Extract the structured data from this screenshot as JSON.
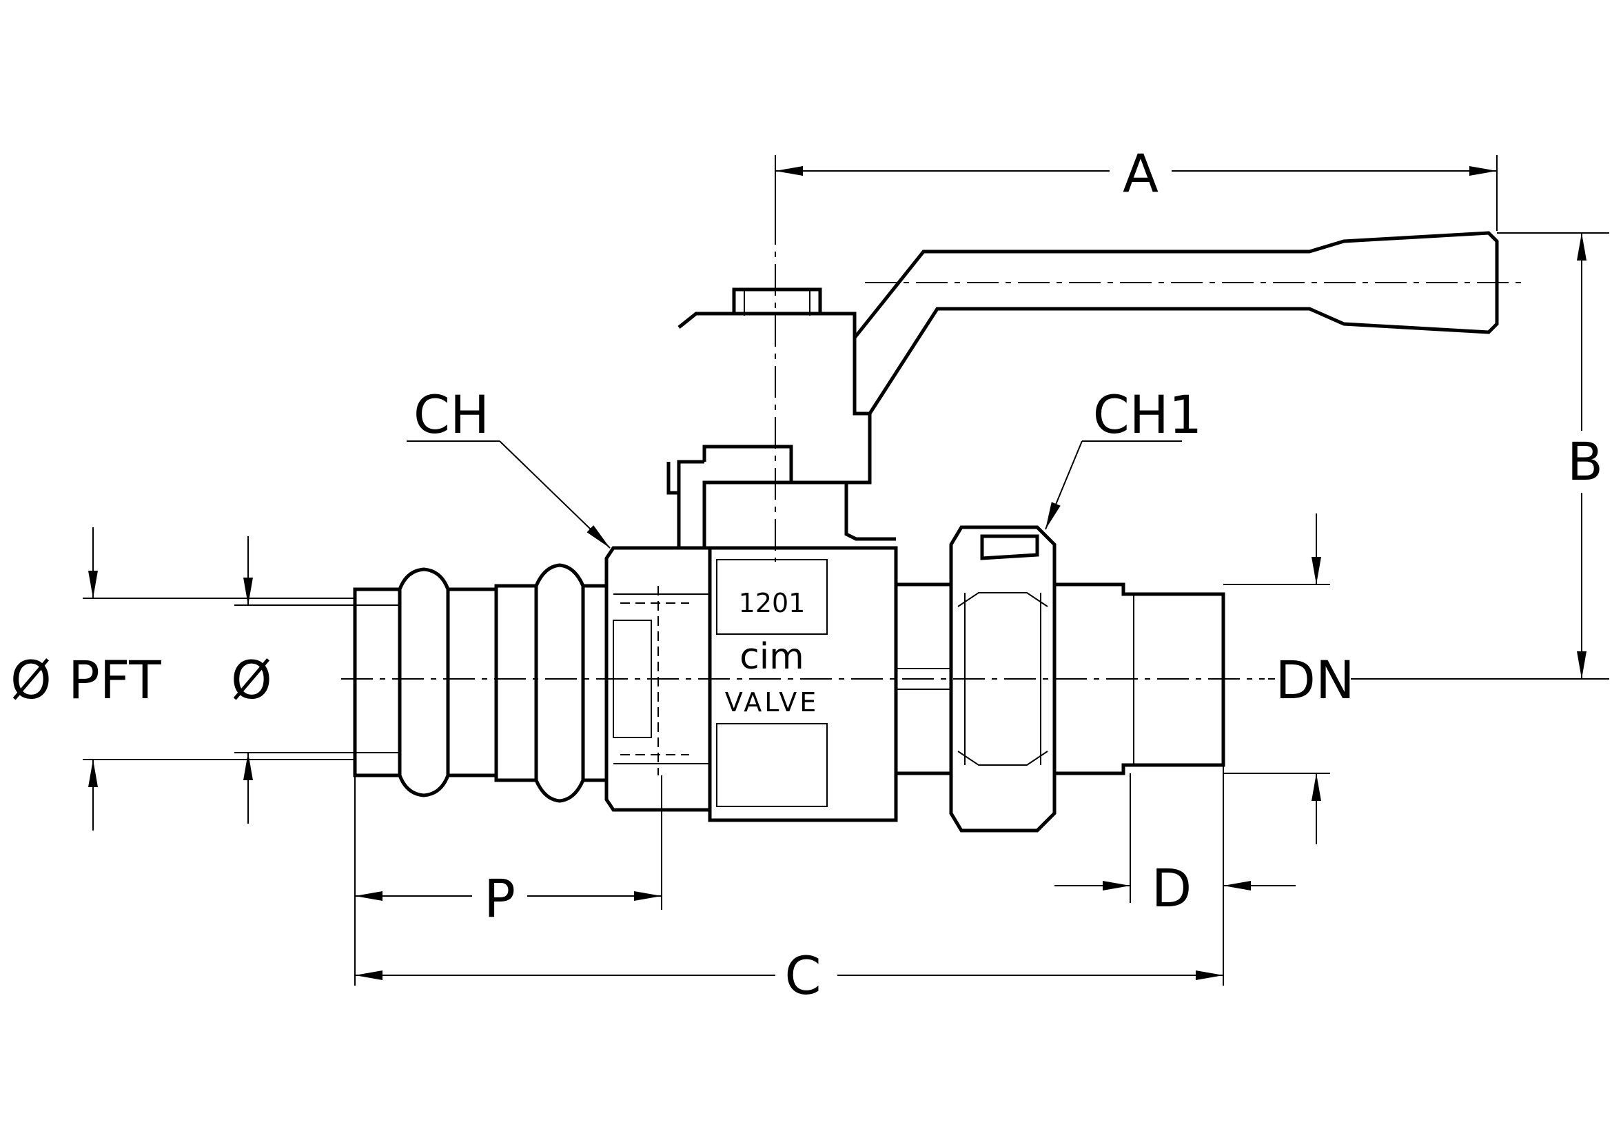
{
  "labels": {
    "a": "A",
    "b": "B",
    "c": "C",
    "d": "D",
    "p": "P",
    "dn": "DN",
    "ch": "CH",
    "ch1": "CH1",
    "phi_pft": "Ø PFT",
    "phi": "Ø"
  },
  "markings": {
    "code": "1201",
    "brand": "cim",
    "brand_sub": "VALVE"
  }
}
